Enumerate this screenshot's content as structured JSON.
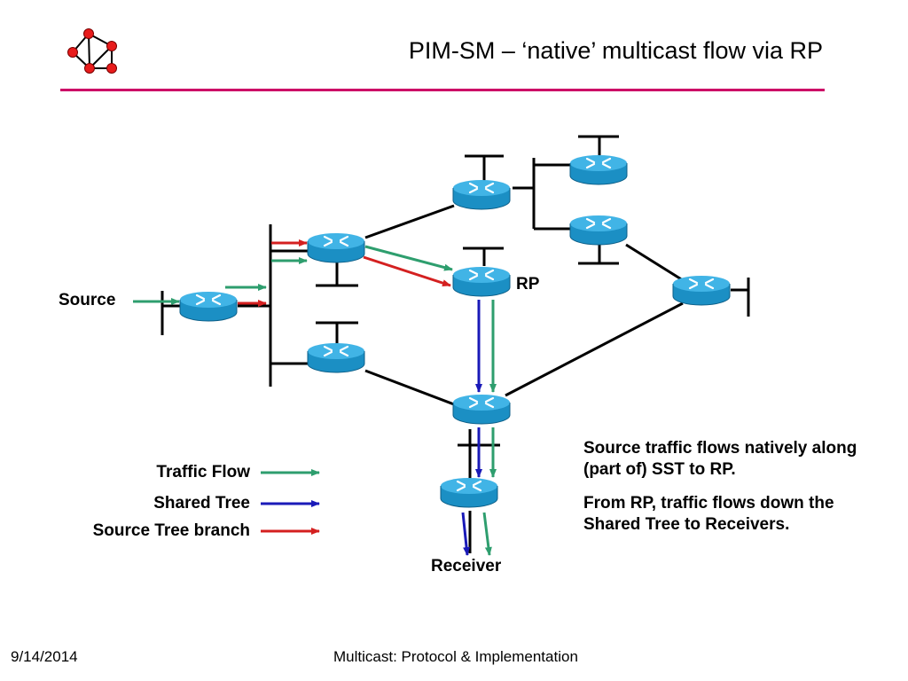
{
  "slide": {
    "title": "PIM-SM – ‘native’ multicast flow via RP",
    "accent_color": "#cc0066"
  },
  "diagram": {
    "labels": {
      "source": "Source",
      "rp": "RP",
      "receiver": "Receiver"
    },
    "node_icon": "router-icon",
    "colors": {
      "router_body": "#1b8fc4",
      "router_top": "#41b4e6",
      "link": "#000000"
    }
  },
  "legend": {
    "items": [
      {
        "label": "Traffic Flow",
        "color": "#2e9e6e"
      },
      {
        "label": "Shared Tree",
        "color": "#1a1ab8"
      },
      {
        "label": "Source Tree branch",
        "color": "#d42020"
      }
    ]
  },
  "notes": [
    "Source traffic flows natively along (part of) SST to RP.",
    "From RP, traffic flows down the Shared Tree to Receivers."
  ],
  "footer": {
    "date": "9/14/2014",
    "center": "Multicast: Protocol & Implementation"
  }
}
